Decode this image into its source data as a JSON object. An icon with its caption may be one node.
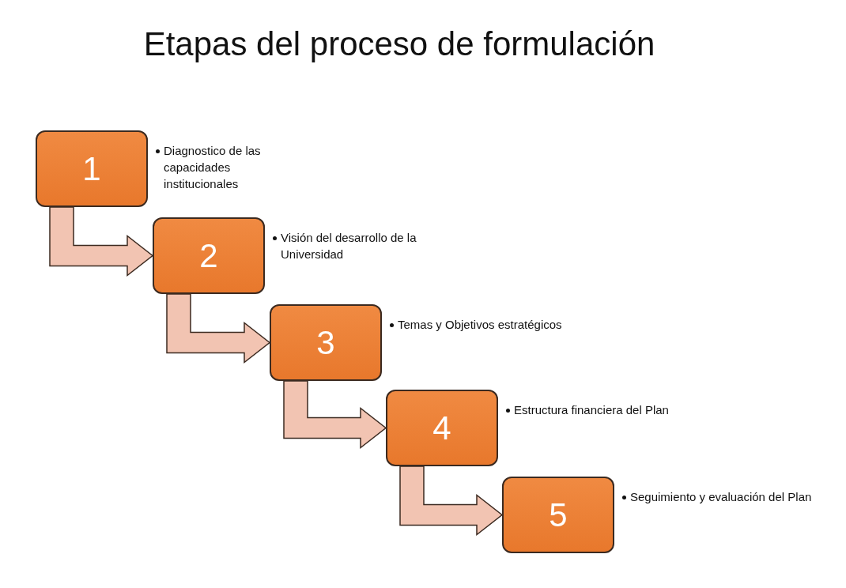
{
  "diagram": {
    "title": "Etapas del proceso de formulación",
    "nodes": [
      {
        "text": [
          "1"
        ],
        "beside": [
          "Diagnostico de las capacidades institucionales"
        ]
      },
      {
        "text": [
          "2"
        ],
        "beside": [
          "Visión del desarrollo de la Universidad"
        ]
      },
      {
        "text": [
          "3"
        ],
        "beside": [
          "Temas y Objetivos estratégicos"
        ]
      },
      {
        "text": [
          "4"
        ],
        "beside": [
          "Estructura financiera del Plan"
        ]
      },
      {
        "text": [
          "5"
        ],
        "beside": [
          "Seguimiento y evaluación del Plan"
        ]
      }
    ],
    "edges": [
      {
        "from": 0,
        "to": 1,
        "arrow": "to"
      },
      {
        "from": 1,
        "to": 2,
        "arrow": "to"
      },
      {
        "from": 2,
        "to": 3,
        "arrow": "to"
      },
      {
        "from": 3,
        "to": 4,
        "arrow": "to"
      }
    ]
  }
}
